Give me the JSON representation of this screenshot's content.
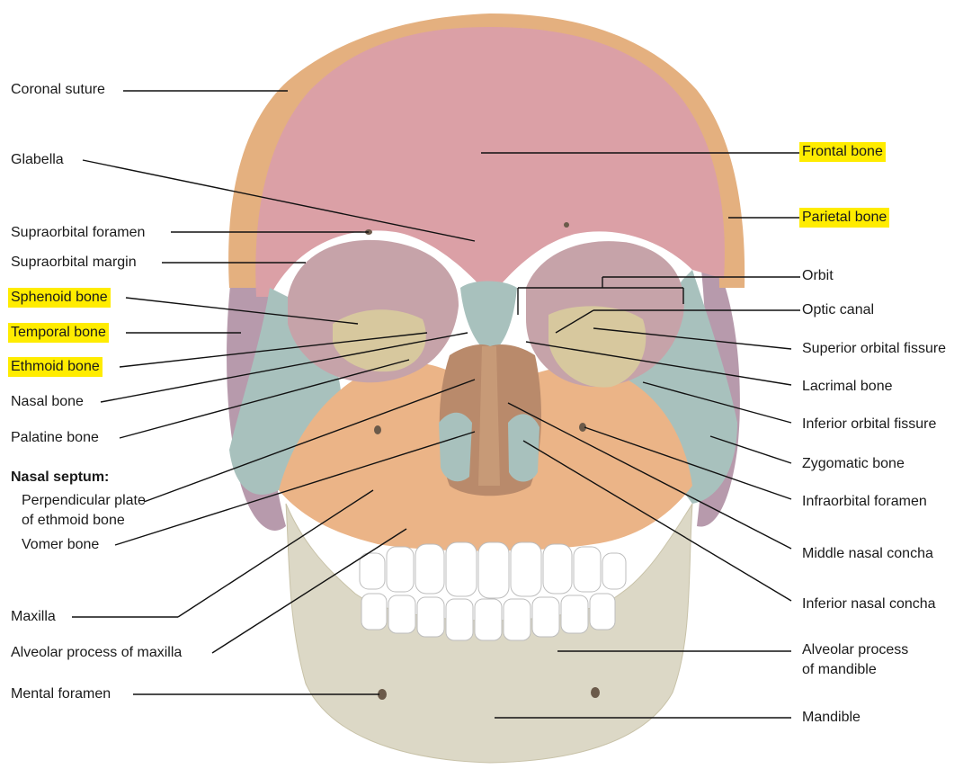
{
  "labels": {
    "coronal_suture": "Coronal suture",
    "glabella": "Glabella",
    "supraorbital_foramen": "Supraorbital foramen",
    "supraorbital_margin": "Supraorbital margin",
    "sphenoid_bone": "Sphenoid bone",
    "temporal_bone": "Temporal bone",
    "ethmoid_bone": "Ethmoid bone",
    "nasal_bone": "Nasal bone",
    "palatine_bone": "Palatine bone",
    "nasal_septum": "Nasal septum:",
    "perpendicular_plate_1": "Perpendicular plate",
    "perpendicular_plate_2": "of ethmoid bone",
    "vomer_bone": "Vomer bone",
    "maxilla": "Maxilla",
    "alveolar_process_maxilla": "Alveolar process of maxilla",
    "mental_foramen": "Mental foramen",
    "frontal_bone": "Frontal bone",
    "parietal_bone": "Parietal bone",
    "orbit": "Orbit",
    "optic_canal": "Optic canal",
    "superior_orbital_fissure": "Superior orbital fissure",
    "lacrimal_bone": "Lacrimal bone",
    "inferior_orbital_fissure": "Inferior orbital fissure",
    "zygomatic_bone": "Zygomatic bone",
    "infraorbital_foramen": "Infraorbital foramen",
    "middle_nasal_concha": "Middle nasal concha",
    "inferior_nasal_concha": "Inferior nasal concha",
    "alveolar_process_mandible_1": "Alveolar process",
    "alveolar_process_mandible_2": "of mandible",
    "mandible": "Mandible"
  },
  "highlighted_labels": [
    "Sphenoid bone",
    "Temporal bone",
    "Ethmoid bone",
    "Frontal bone",
    "Parietal bone"
  ],
  "colors": {
    "frontal": "#dba0a6",
    "parietal": "#e4b07f",
    "sphenoid": "#d7c89e",
    "temporal": "#b79aac",
    "zygomatic": "#a8c1bd",
    "maxilla": "#ebb487",
    "mandible": "#dcd8c6",
    "teeth": "#ffffff",
    "highlight": "#ffec00"
  }
}
